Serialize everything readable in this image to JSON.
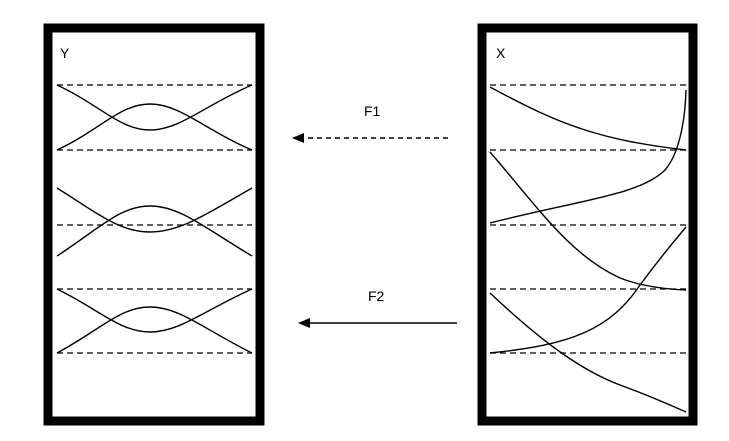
{
  "panels": {
    "left": {
      "label": "Y"
    },
    "right": {
      "label": "X"
    }
  },
  "arrows": {
    "f1": {
      "label": "F1",
      "style": "dashed"
    },
    "f2": {
      "label": "F2",
      "style": "solid"
    }
  },
  "colors": {
    "stroke": "#000000",
    "background": "#ffffff"
  }
}
